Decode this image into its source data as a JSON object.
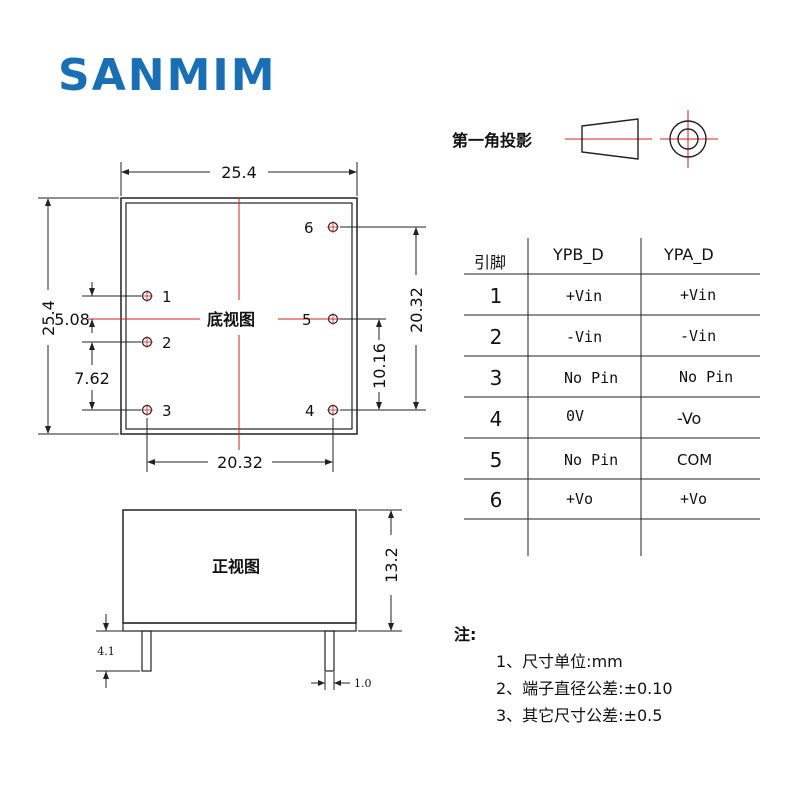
{
  "brand": {
    "logo_text": "SANMIM",
    "color": "#1a6fb4"
  },
  "projection": {
    "label": "第一角投影"
  },
  "bottom_view": {
    "label": "底视图",
    "dim_width": "25.4",
    "dim_height": "25.4",
    "dim_pin_pitch_small": "5.08",
    "dim_pin_pitch_large": "7.62",
    "dim_right_span": "20.32",
    "dim_right_pitch": "10.16",
    "dim_bottom_span": "20.32",
    "pin_labels": [
      "1",
      "2",
      "3",
      "4",
      "5",
      "6"
    ]
  },
  "front_view": {
    "label": "正视图",
    "dim_height": "13.2",
    "dim_pin_length": "4.1",
    "dim_pin_width": "1.0"
  },
  "pin_table": {
    "headers": [
      "引脚",
      "YPB_D",
      "YPA_D"
    ],
    "rows": [
      {
        "pin": "1",
        "ypb": "+Vin",
        "ypa": "+Vin"
      },
      {
        "pin": "2",
        "ypb": "-Vin",
        "ypa": "-Vin"
      },
      {
        "pin": "3",
        "ypb": "No Pin",
        "ypa": "No Pin"
      },
      {
        "pin": "4",
        "ypb": "0V",
        "ypa": "-Vo"
      },
      {
        "pin": "5",
        "ypb": "No Pin",
        "ypa": "COM"
      },
      {
        "pin": "6",
        "ypb": "+Vo",
        "ypa": "+Vo"
      }
    ]
  },
  "notes": {
    "title": "注:",
    "items": [
      "1、尺寸单位:mm",
      "2、端子直径公差:±0.10",
      "3、其它尺寸公差:±0.5"
    ]
  },
  "colors": {
    "line": "#222222",
    "centerline": "#d02020"
  }
}
